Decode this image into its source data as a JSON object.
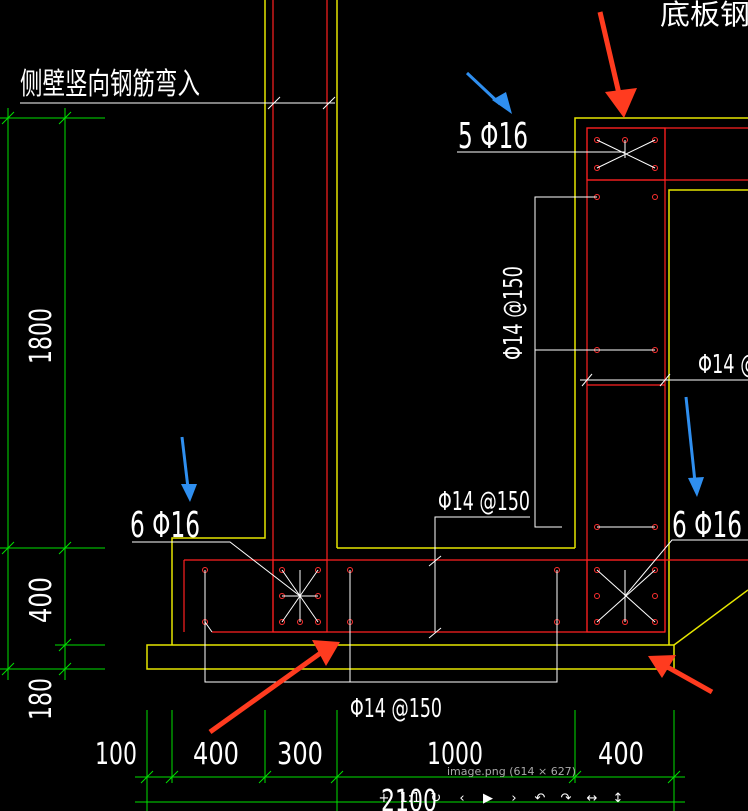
{
  "labels": {
    "wall_vertical_bar": "侧壁竖向钢筋弯入",
    "bottom_plate_bar": "底板钢筋",
    "corner_top_right": "5 Φ16",
    "corner_left": "6 Φ16",
    "corner_right": "6 Φ16",
    "stirrup_vertical": "Φ14 @150",
    "stirrup_right": "Φ14 @",
    "stirrup_mid": "Φ14 @150",
    "stirrup_bottom": "Φ14 @150"
  },
  "dimensions": {
    "left_vertical": [
      "1800",
      "400",
      "180"
    ],
    "bottom_horizontal": [
      "100",
      "400",
      "300",
      "1000",
      "400"
    ],
    "bottom_total": "2100"
  },
  "viewer": {
    "image_info": "image.png (614 × 627)",
    "buttons": [
      {
        "name": "zoom-in-icon",
        "glyph": "+"
      },
      {
        "name": "actual-size-icon",
        "glyph": "1:1"
      },
      {
        "name": "reset-icon",
        "glyph": "↻"
      },
      {
        "name": "prev-icon",
        "glyph": "‹"
      },
      {
        "name": "play-icon",
        "glyph": "▶"
      },
      {
        "name": "next-icon",
        "glyph": "›"
      },
      {
        "name": "rotate-left-icon",
        "glyph": "↶"
      },
      {
        "name": "rotate-right-icon",
        "glyph": "↷"
      },
      {
        "name": "flip-horizontal-icon",
        "glyph": "↔"
      },
      {
        "name": "flip-vertical-icon",
        "glyph": "↕"
      }
    ]
  },
  "colors": {
    "background": "#000000",
    "concrete_outline": "#e6e600",
    "rebar": "#ff2020",
    "dimension": "#00e000",
    "annotation": "#ffffff",
    "arrow_red": "#ff3b1f",
    "arrow_blue": "#2f8ff0"
  }
}
